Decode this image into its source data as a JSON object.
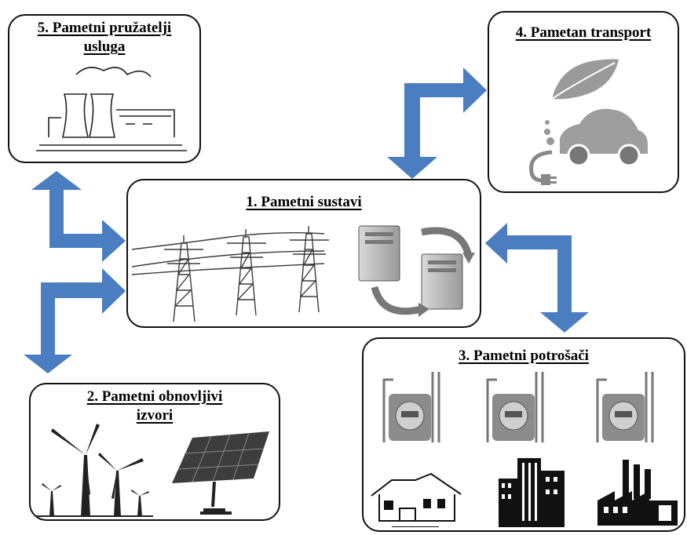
{
  "boxes": {
    "central": {
      "title": "1. Pametni sustavi"
    },
    "renewables": {
      "title_line1": "2. Pametni obnovljivi",
      "title_line2": "izvori"
    },
    "consumers": {
      "title": "3. Pametni potrošači"
    },
    "transport": {
      "title": "4. Pametan transport"
    },
    "providers": {
      "title_line1": "5. Pametni pružatelji",
      "title_line2": "usluga"
    }
  },
  "colors": {
    "arrow": "#4a7ec0",
    "stroke": "#111111",
    "illustration": "#8a8a8a"
  },
  "icons": [
    "power-plant-icon",
    "electric-car-icon",
    "leaf-icon",
    "plug-icon",
    "pylon-icon",
    "server-icon",
    "wind-turbine-icon",
    "solar-panel-icon",
    "meter-icon",
    "house-icon",
    "city-buildings-icon",
    "factory-icon"
  ]
}
